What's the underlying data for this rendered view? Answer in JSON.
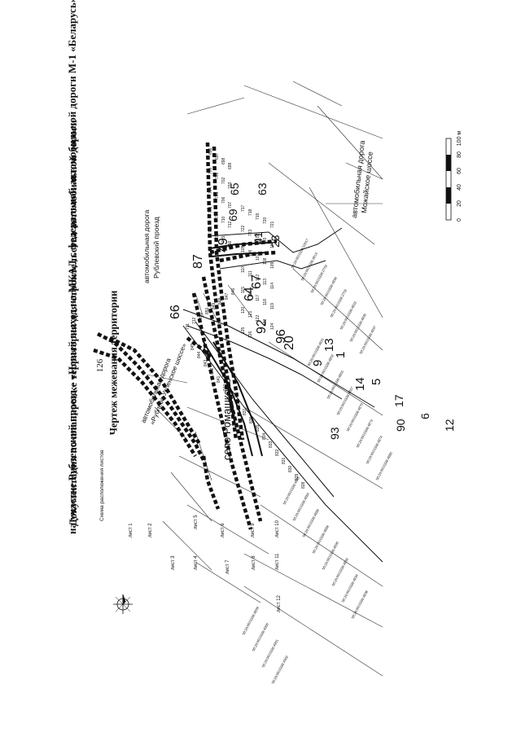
{
  "page": {
    "number": "126"
  },
  "titles": {
    "line1": "Документация по планировке территории для строительства автомобильной дороги",
    "line2": "на участке Рублевский проезд – «Новый выход на МКАД с федеральной автомобильной дороги М-1 «Беларусь»",
    "map_title": "Чертеж межевания территории"
  },
  "sheet_scheme": {
    "heading": "Схема расположения листов",
    "sheets": [
      "лист 1",
      "лист 2",
      "лист 3",
      "лист 4",
      "лист 5",
      "лист 6",
      "лист 7",
      "лист 8",
      "лист 9",
      "лист 10",
      "лист 11",
      "лист 12"
    ]
  },
  "map_labels": {
    "village": "село Ромашково",
    "road_rublevo_1": "автомобильная дорога",
    "road_rublevo_2": "«Рублёво-Успенское шоссе»",
    "road_rublevsky_1": "автомобильная дорога",
    "road_rublevsky_2": "Рублевский проезд",
    "road_mozhaisk_1": "автомобильная дорога",
    "road_mozhaisk_2": "Можайское шоссе"
  },
  "parcel_numbers": {
    "big": [
      "66",
      "87",
      "49",
      "64",
      "67",
      "92",
      "96",
      "20",
      "9",
      "13",
      "1",
      "14",
      "5",
      "93",
      "17",
      "90",
      "6",
      "12",
      "65",
      "69",
      "41",
      "23",
      "63"
    ],
    "small": [
      "711",
      "712",
      "851",
      "850",
      "849",
      "848",
      "847",
      "846",
      "845",
      "844",
      "843",
      "842",
      "841",
      "840",
      "839",
      "838",
      "837",
      "836",
      "835",
      "834",
      "833",
      "832",
      "831",
      "830",
      "829",
      "828",
      "696",
      "697",
      "698",
      "699",
      "700",
      "701",
      "702",
      "703",
      "704",
      "705",
      "706",
      "707",
      "708",
      "709",
      "710",
      "712",
      "713",
      "714",
      "715",
      "716",
      "717",
      "718",
      "719",
      "720",
      "721",
      "722",
      "723",
      "102",
      "103",
      "104",
      "105",
      "106",
      "107",
      "108",
      "109",
      "110",
      "111",
      "112",
      "113",
      "114",
      "115",
      "116",
      "117",
      "118",
      "119",
      "120",
      "121",
      "122",
      "123",
      "124",
      "125",
      "126"
    ]
  },
  "cadastral": [
    "50:20:0010336:10017",
    "50:20:0010336:4813",
    "50:20:0010336:2703",
    "50:20:0010336:4896",
    "50:20:0010336:2702",
    "50:20:0010336:4822",
    "50:20:0010336:4895",
    "50:20:0010336:4897",
    "50:20:0010336:4831",
    "50:20:0010336:4852",
    "50:20:0010336:4863",
    "50:20:0010336:4867",
    "50:20:0010336:4870",
    "50:20:0010336:4873",
    "50:20:0010336:4874",
    "50:20:0010336:4880",
    "50:20:0010336:4882",
    "50:20:0010336:4884",
    "50:20:0010336:4886",
    "50:20:0010336:4888",
    "50:20:0010336:4890",
    "50:20:0010336:4892",
    "50:20:0010336:4894",
    "50:20:0010336:4898",
    "50:20:0010336:4899",
    "50:20:0010336:4900",
    "50:20:0010336:4901",
    "50:20:0010336:4902"
  ],
  "scale": {
    "ticks": [
      "0",
      "20",
      "40",
      "60",
      "80",
      "100 м"
    ]
  },
  "colors": {
    "ink": "#111111",
    "paper": "#ffffff"
  }
}
